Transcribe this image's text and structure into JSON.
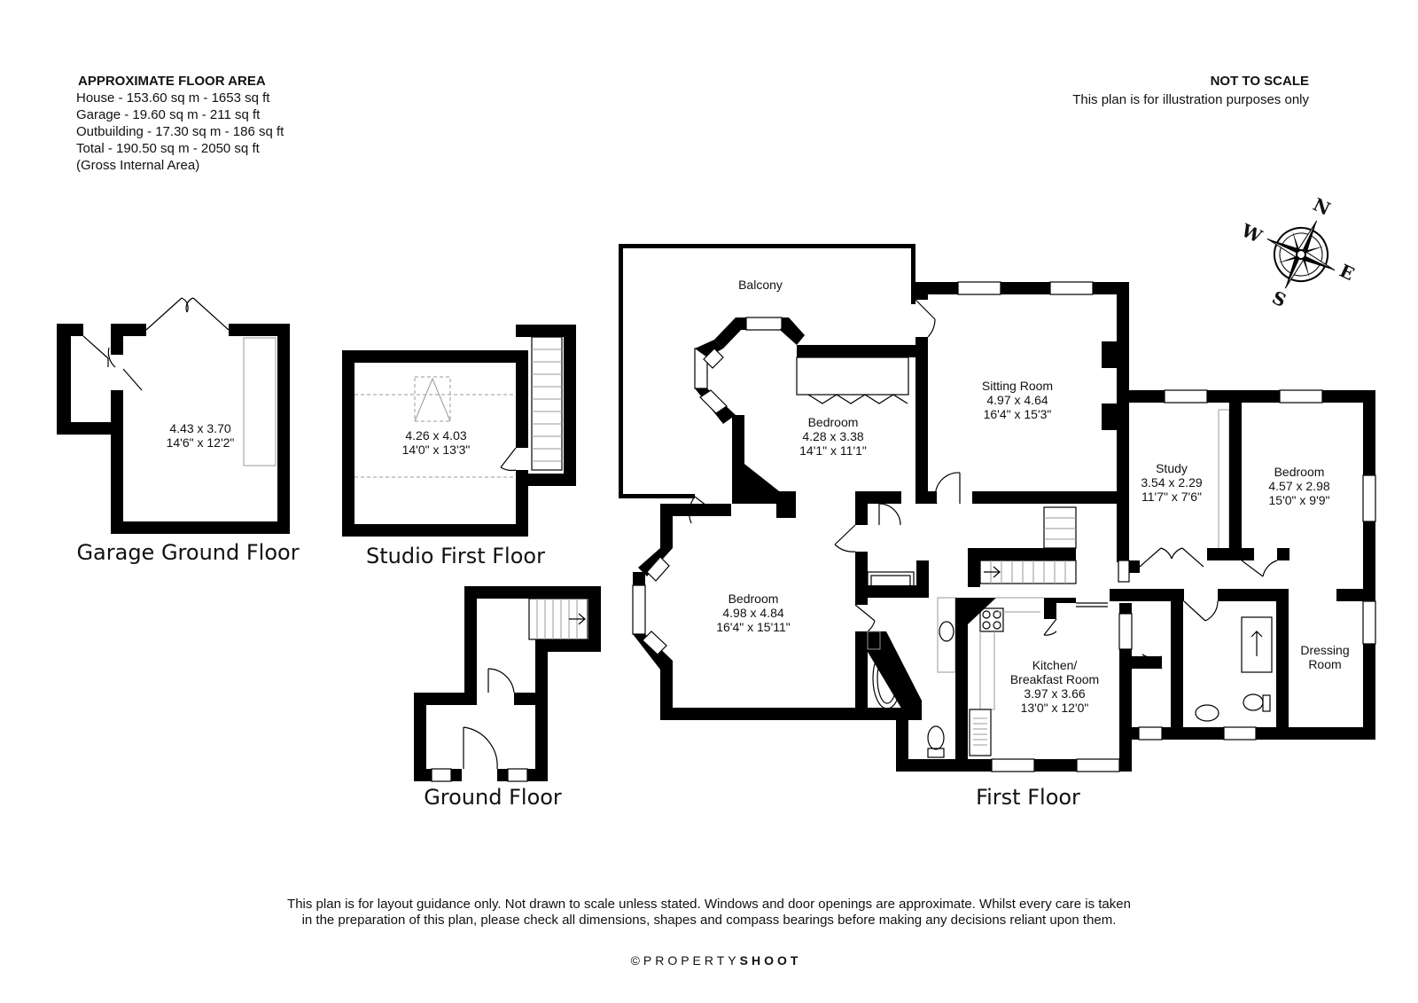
{
  "area_box": {
    "heading": "APPROXIMATE FLOOR AREA",
    "lines": [
      "House - 153.60 sq m - 1653 sq ft",
      "Garage - 19.60 sq m - 211 sq ft",
      "Outbuilding - 17.30 sq m - 186 sq ft",
      "Total - 190.50 sq m - 2050 sq ft",
      "(Gross Internal Area)"
    ]
  },
  "scale_note": {
    "heading": "NOT TO SCALE",
    "text": "This plan is for illustration purposes only"
  },
  "compass": {
    "n": "N",
    "e": "E",
    "s": "S",
    "w": "W"
  },
  "floors": {
    "garage": "Garage Ground Floor",
    "studio": "Studio First Floor",
    "ground": "Ground Floor",
    "first": "First Floor"
  },
  "rooms": {
    "garage": {
      "metric": "4.43 x 3.70",
      "imperial": "14'6\" x 12'2\""
    },
    "studio": {
      "metric": "4.26 x 4.03",
      "imperial": "14'0\" x 13'3\""
    },
    "balcony": {
      "name": "Balcony"
    },
    "bedroom_mid": {
      "name": "Bedroom",
      "metric": "4.28 x 3.38",
      "imperial": "14'1\" x 11'1\""
    },
    "sitting": {
      "name": "Sitting Room",
      "metric": "4.97 x 4.64",
      "imperial": "16'4\" x 15'3\""
    },
    "study": {
      "name": "Study",
      "metric": "3.54 x 2.29",
      "imperial": "11'7\" x 7'6\""
    },
    "bedroom_right": {
      "name": "Bedroom",
      "metric": "4.57 x 2.98",
      "imperial": "15'0\" x 9'9\""
    },
    "bedroom_main": {
      "name": "Bedroom",
      "metric": "4.98 x 4.84",
      "imperial": "16'4\" x 15'11\""
    },
    "kitchen": {
      "name1": "Kitchen/",
      "name2": "Breakfast Room",
      "metric": "3.97 x 3.66",
      "imperial": "13'0\" x 12'0\""
    },
    "dressing": {
      "name1": "Dressing",
      "name2": "Room"
    }
  },
  "disclaimer": [
    "This plan is for layout guidance only. Not drawn to scale unless stated. Windows and door openings are approximate. Whilst every care is taken",
    "in the preparation of this plan, please check all dimensions, shapes and compass bearings before making any decisions reliant upon them."
  ],
  "brand": {
    "prefix": "©PROPERTY",
    "suffix": "SHOOT"
  }
}
